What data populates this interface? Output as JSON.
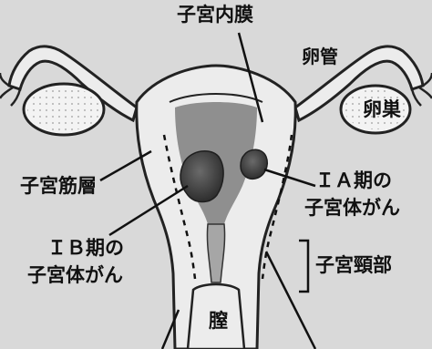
{
  "labels": {
    "endometrium": "子宮内膜",
    "fallopian_tube": "卵管",
    "ovary": "卵巣",
    "myometrium": "子宮筋層",
    "stage_1a": "ＩＡ期の",
    "stage_1a_line2": "子宮体がん",
    "stage_1b": "ＩＢ期の",
    "stage_1b_line2": "子宮体がん",
    "cervix": "子宮頸部",
    "vagina": "膣"
  },
  "colors": {
    "background": "#d9d9d9",
    "tissue_light": "#ececec",
    "tissue_outline": "#222222",
    "cavity_gray": "#8f8f8f",
    "tumor": "#4a4a4a",
    "ovary_fill": "#f3f3f3"
  }
}
